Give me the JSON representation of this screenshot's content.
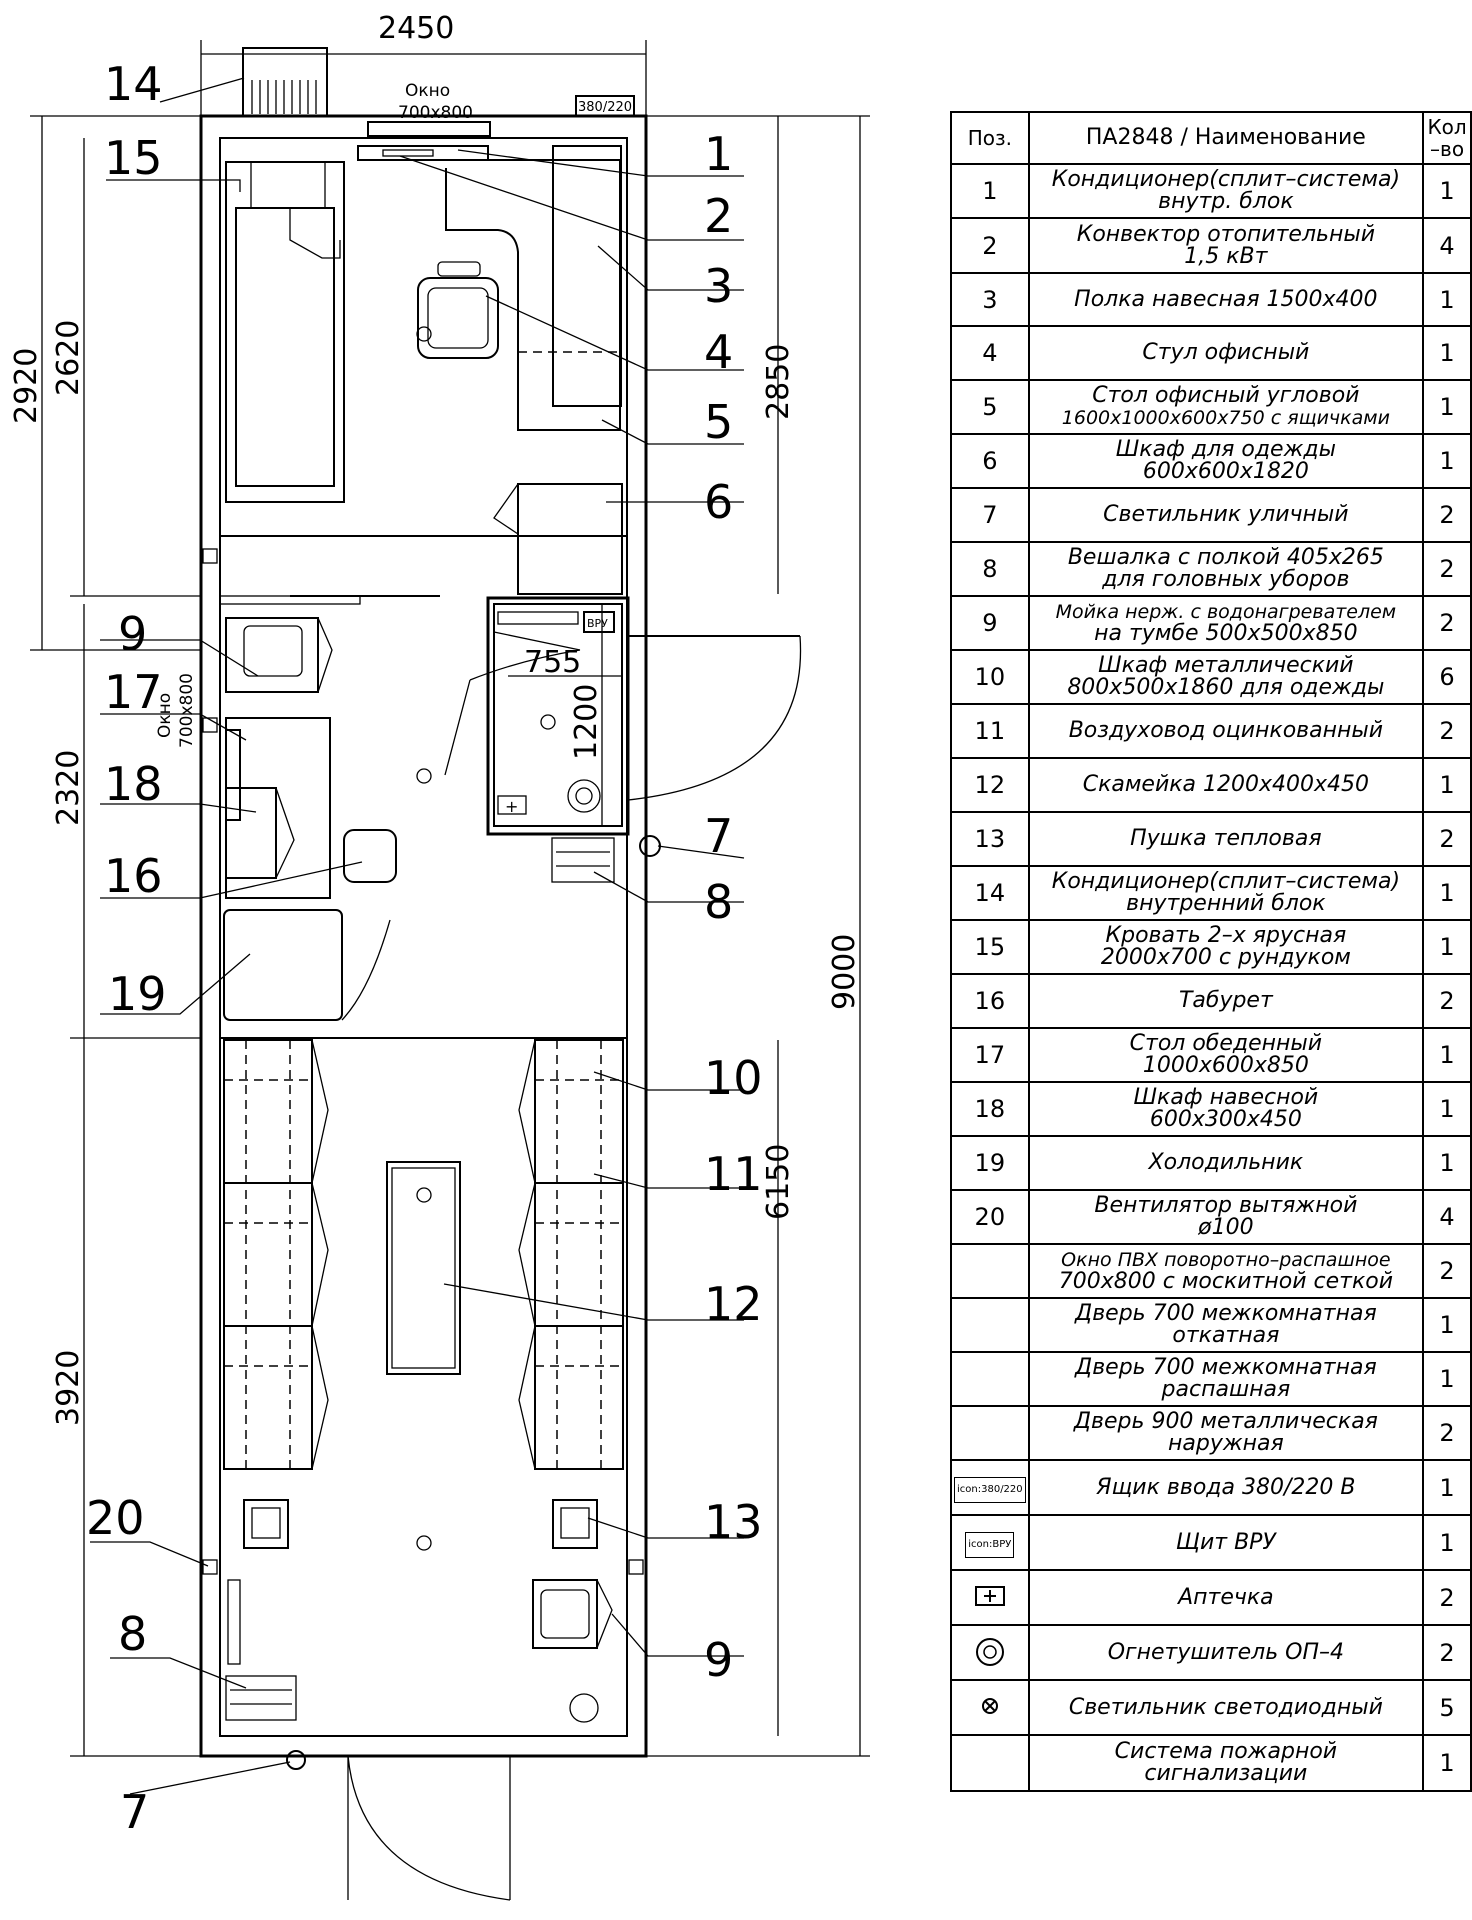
{
  "plan": {
    "dimensions": {
      "total_width": "2450",
      "total_length": "9000",
      "d2920": "2920",
      "d2620": "2620",
      "d2850": "2850",
      "d2320": "2320",
      "d3920": "3920",
      "d6150": "6150",
      "d755": "755",
      "d1200": "1200"
    },
    "window_top": [
      "Окно",
      "700х800"
    ],
    "window_side": [
      "Окно",
      "700х800"
    ],
    "box_top": "380/220",
    "box_vru": "ВРУ",
    "callouts": [
      "14",
      "15",
      "1",
      "2",
      "3",
      "4",
      "5",
      "6",
      "9",
      "17",
      "18",
      "16",
      "19",
      "7",
      "8",
      "10",
      "11",
      "12",
      "13",
      "20",
      "8",
      "9",
      "7"
    ]
  },
  "spec": {
    "header": {
      "pos": "Поз.",
      "name": "ПА2848 / Наименование",
      "qty": [
        "Кол",
        "–во"
      ]
    },
    "rows": [
      {
        "pos": "1",
        "name": [
          "Кондиционер(сплит–система)",
          "внутр. блок"
        ],
        "qty": "1",
        "h": 54
      },
      {
        "pos": "2",
        "name": [
          "Конвектор отопительный",
          "1,5 кВт"
        ],
        "qty": "4",
        "h": 55
      },
      {
        "pos": "3",
        "name": [
          "Полка навесная 1500х400"
        ],
        "qty": "1",
        "h": 53
      },
      {
        "pos": "4",
        "name": [
          "Стул офисный"
        ],
        "qty": "1",
        "h": 54
      },
      {
        "pos": "5",
        "name": [
          "Стол офисный угловой",
          "1600х1000х600х750 с ящичками"
        ],
        "qty": "1",
        "h": 54
      },
      {
        "pos": "6",
        "name": [
          "Шкаф для одежды",
          "600х600х1820"
        ],
        "qty": "1",
        "h": 54
      },
      {
        "pos": "7",
        "name": [
          "Светильник уличный"
        ],
        "qty": "2",
        "h": 54
      },
      {
        "pos": "8",
        "name": [
          "Вешалка с полкой 405х265",
          "для головных уборов"
        ],
        "qty": "2",
        "h": 54
      },
      {
        "pos": "9",
        "name": [
          "Мойка нерж. с водонагревателем",
          "на тумбе 500х500х850"
        ],
        "qty": "2",
        "h": 54
      },
      {
        "pos": "10",
        "name": [
          "Шкаф металлический",
          "800х500х1860 для одежды"
        ],
        "qty": "6",
        "h": 54
      },
      {
        "pos": "11",
        "name": [
          "Воздуховод оцинкованный"
        ],
        "qty": "2",
        "h": 54
      },
      {
        "pos": "12",
        "name": [
          "Скамейка 1200х400х450"
        ],
        "qty": "1",
        "h": 54
      },
      {
        "pos": "13",
        "name": [
          "Пушка тепловая"
        ],
        "qty": "2",
        "h": 54
      },
      {
        "pos": "14",
        "name": [
          "Кондиционер(сплит–система)",
          "внутренний блок"
        ],
        "qty": "1",
        "h": 54
      },
      {
        "pos": "15",
        "name": [
          "Кровать 2–х ярусная",
          "2000х700 с рундуком"
        ],
        "qty": "1",
        "h": 54
      },
      {
        "pos": "16",
        "name": [
          "Табурет"
        ],
        "qty": "2",
        "h": 54
      },
      {
        "pos": "17",
        "name": [
          "Стол обеденный",
          "1000х600х850"
        ],
        "qty": "1",
        "h": 54
      },
      {
        "pos": "18",
        "name": [
          "Шкаф навесной",
          "600х300х450"
        ],
        "qty": "1",
        "h": 54
      },
      {
        "pos": "19",
        "name": [
          "Холодильник"
        ],
        "qty": "1",
        "h": 54
      },
      {
        "pos": "20",
        "name": [
          "Вентилятор вытяжной",
          "ø100"
        ],
        "qty": "4",
        "h": 54
      },
      {
        "pos": "",
        "name": [
          "Окно ПВХ поворотно–распашное",
          "700х800 с москитной сеткой"
        ],
        "qty": "2",
        "h": 54
      },
      {
        "pos": "",
        "name": [
          "Дверь 700 межкомнатная",
          "откатная"
        ],
        "qty": "1",
        "h": 54
      },
      {
        "pos": "",
        "name": [
          "Дверь 700 межкомнатная",
          "распашная"
        ],
        "qty": "1",
        "h": 54
      },
      {
        "pos": "",
        "name": [
          "Дверь 900 металлическая",
          "наружная"
        ],
        "qty": "2",
        "h": 54
      },
      {
        "pos": "icon:380/220",
        "name": [
          "Ящик ввода 380/220 В"
        ],
        "qty": "1",
        "h": 55
      },
      {
        "pos": "icon:ВРУ",
        "name": [
          "Щит ВРУ"
        ],
        "qty": "1",
        "h": 55
      },
      {
        "pos": "sym:aid",
        "name": [
          "Аптечка"
        ],
        "qty": "2",
        "h": 55
      },
      {
        "pos": "sym:ext",
        "name": [
          "Огнетушитель ОП–4"
        ],
        "qty": "2",
        "h": 55
      },
      {
        "pos": "sym:lamp",
        "name": [
          "Светильник светодиодный"
        ],
        "qty": "5",
        "h": 55
      },
      {
        "pos": "",
        "name": [
          "Система пожарной",
          "сигнализации"
        ],
        "qty": "1",
        "h": 56
      }
    ]
  }
}
